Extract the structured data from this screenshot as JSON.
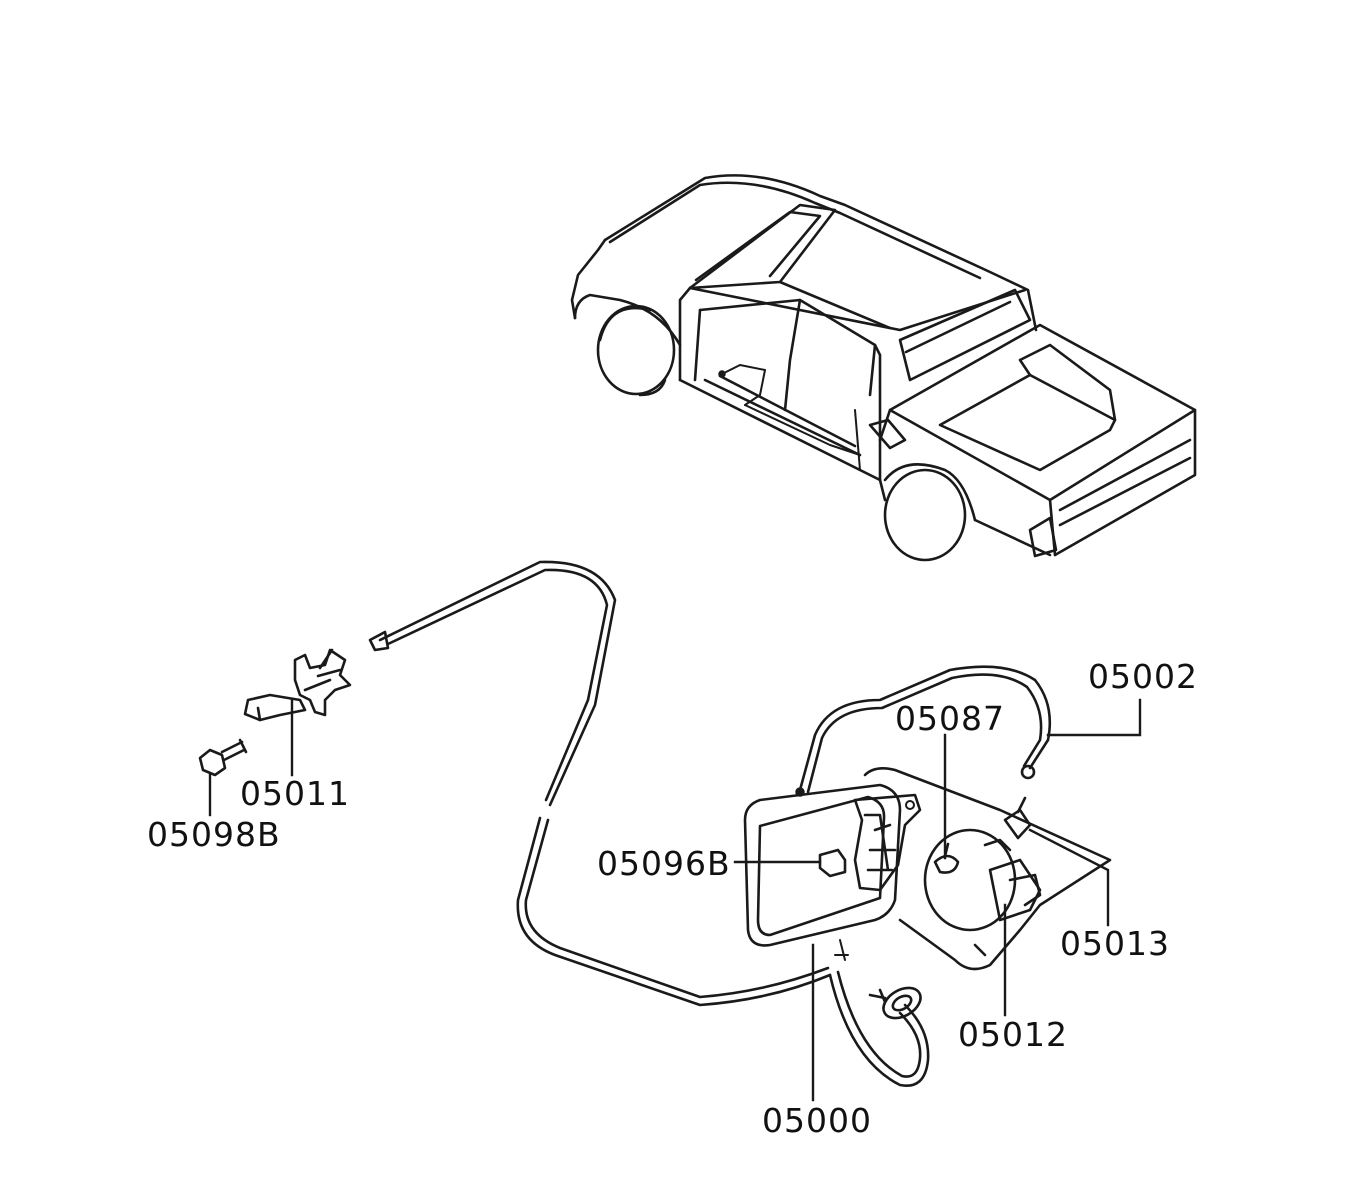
{
  "parts": [
    {
      "id": "p05002",
      "number": "05002"
    },
    {
      "id": "p05087",
      "number": "05087"
    },
    {
      "id": "p05011",
      "number": "05011"
    },
    {
      "id": "p05098B",
      "number": "05098B"
    },
    {
      "id": "p05096B",
      "number": "05096B"
    },
    {
      "id": "p05013",
      "number": "05013"
    },
    {
      "id": "p05012",
      "number": "05012"
    },
    {
      "id": "p05000",
      "number": "05000"
    }
  ]
}
